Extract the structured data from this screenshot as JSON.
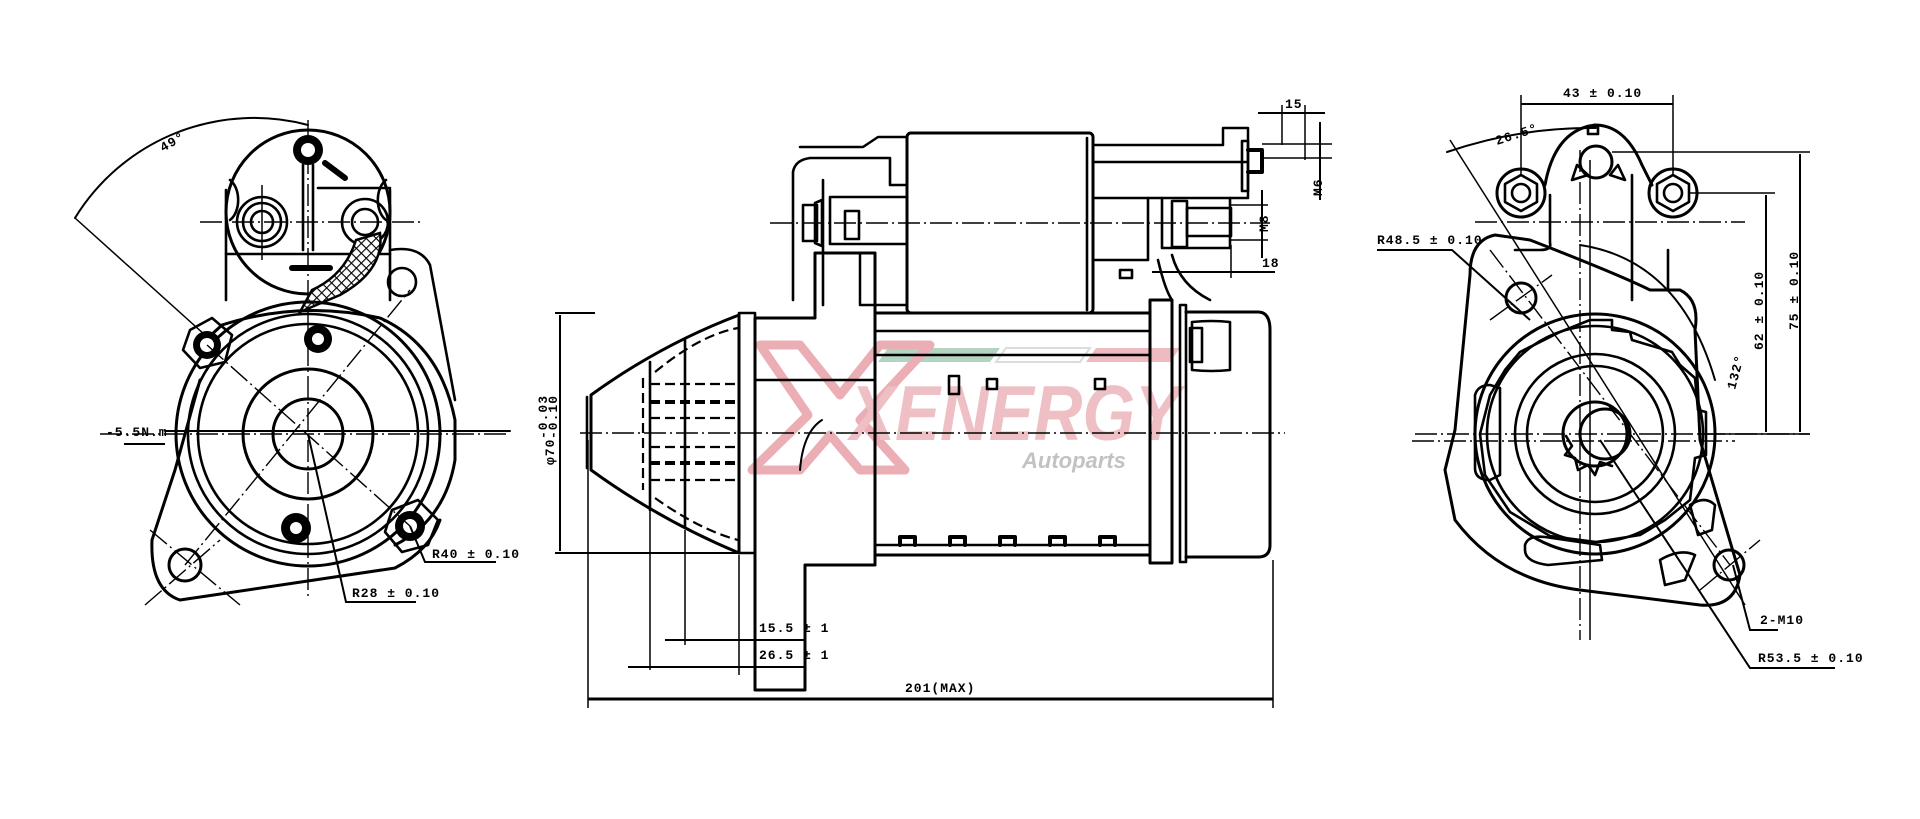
{
  "diagram": {
    "subject": "Starter motor technical drawing",
    "views": [
      "front-view-left",
      "side-view-center",
      "rear-view-right"
    ]
  },
  "watermark": {
    "brand": "XENERGY",
    "sub": "Autoparts",
    "colors": {
      "brand_red": "#e8a0a8",
      "stripe_green": "#a8cdb8",
      "stripe_gray": "#d8d8d8",
      "sub_gray": "#b8b8b8"
    }
  },
  "left_view": {
    "angle_label": "49°",
    "torque_label": "-5.5N.m",
    "r40_label": "R40 ± 0.10",
    "r28_label": "R28 ± 0.10"
  },
  "center_view": {
    "diameter_label": "φ70",
    "diameter_tol_upper": "-0.03",
    "diameter_tol_lower": "-0.10",
    "dim_15_5": "15.5 ± 1",
    "dim_26_5": "26.5 ± 1",
    "overall_length": "201(MAX)",
    "dim_15": "15",
    "dim_m6": "M6",
    "dim_m8": "M8",
    "dim_18": "18"
  },
  "right_view": {
    "spacing_label": "43 ± 0.10",
    "angle_top": "26.5°",
    "r48_label": "R48.5 ± 0.10",
    "height_75": "75 ± 0.10",
    "height_62": "62 ± 0.10",
    "angle_side": "132°",
    "holes_label": "2-M10",
    "r53_label": "R53.5 ± 0.10"
  }
}
